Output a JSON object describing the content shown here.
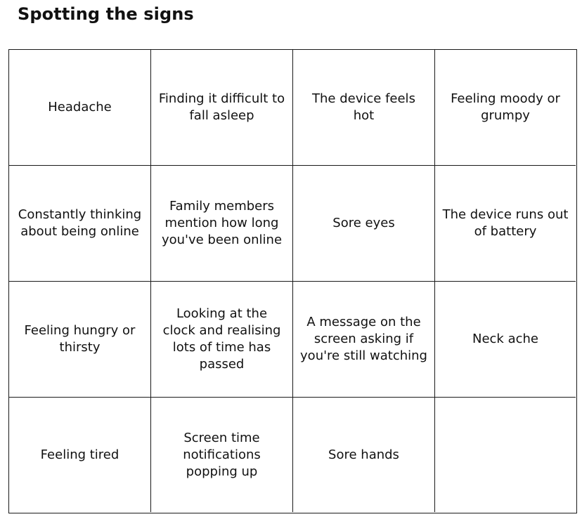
{
  "title": "Spotting the signs",
  "grid": {
    "rows": [
      [
        "Headache",
        "Finding it difficult to fall asleep",
        "The device feels hot",
        "Feeling moody or grumpy"
      ],
      [
        "Constantly thinking about being online",
        "Family members mention how long you've been online",
        "Sore eyes",
        "The device runs out of battery"
      ],
      [
        "Feeling hungry or thirsty",
        "Looking at the clock and realising lots of time has passed",
        "A message on the screen asking if you're still watching",
        "Neck ache"
      ],
      [
        "Feeling tired",
        "Screen time notifications popping up",
        "Sore hands",
        ""
      ]
    ]
  }
}
